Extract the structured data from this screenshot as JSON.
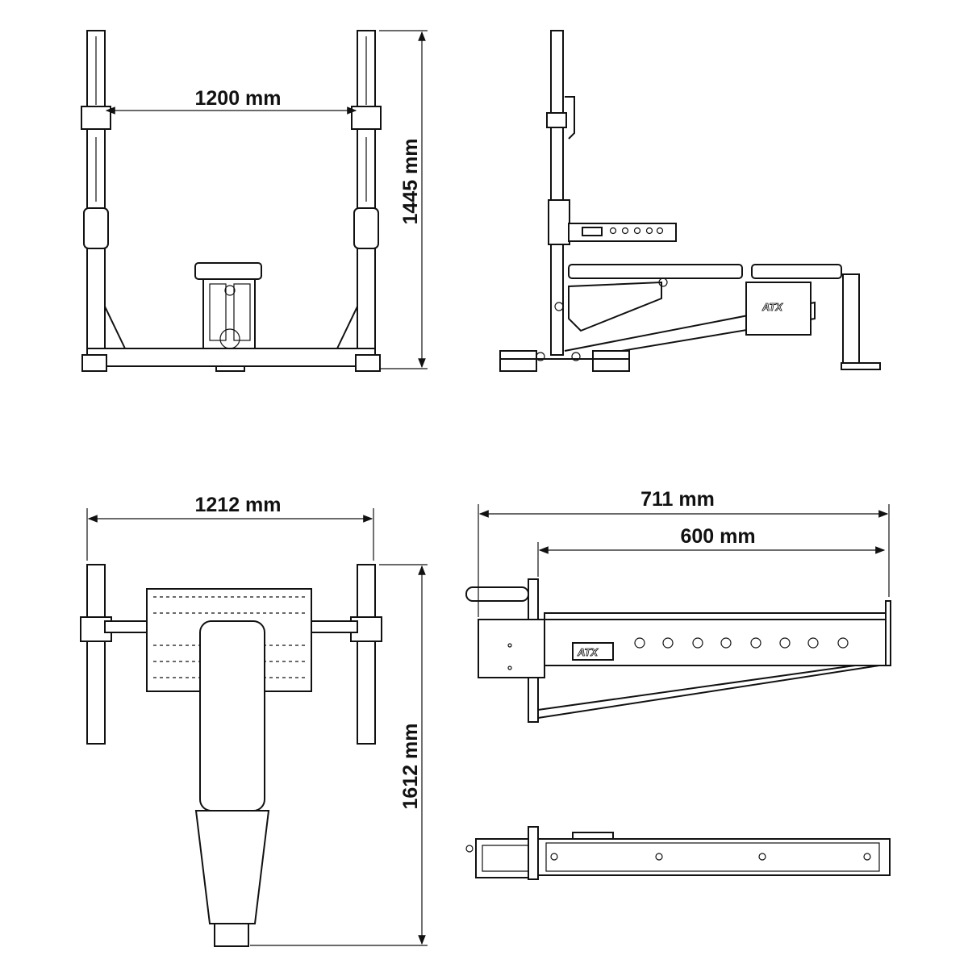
{
  "dimensions": {
    "front_width": "1200 mm",
    "front_height": "1445 mm",
    "top_width": "1212 mm",
    "top_length": "1612 mm",
    "arm_total": "711 mm",
    "arm_inner": "600 mm"
  },
  "logo": "ATX",
  "colors": {
    "line": "#111111",
    "background": "#ffffff"
  }
}
